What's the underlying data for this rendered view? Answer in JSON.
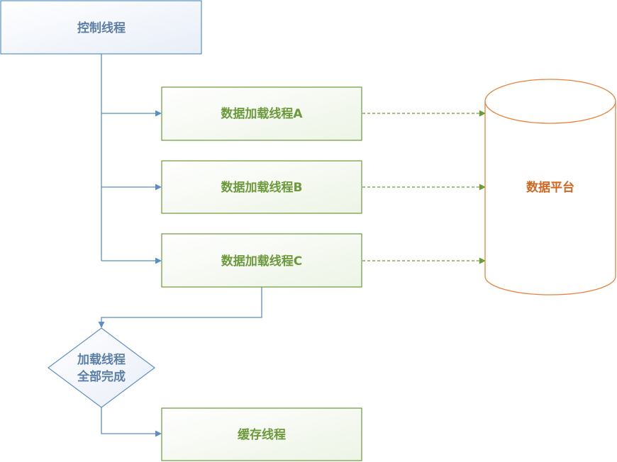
{
  "nodes": {
    "control_thread": "控制线程",
    "loader_a": "数据加载线程A",
    "loader_b": "数据加载线程B",
    "loader_c": "数据加载线程C",
    "decision_line1": "加载线程",
    "decision_line2": "全部完成",
    "cache_thread": "缓存线程",
    "data_platform": "数据平台"
  },
  "colors": {
    "blue_stroke": "#5b8fc7",
    "blue_text": "#5b7fa6",
    "green_stroke": "#6a9a3a",
    "green_text": "#6a9a3a",
    "orange_stroke": "#e8823a",
    "orange_text": "#d4661f"
  }
}
